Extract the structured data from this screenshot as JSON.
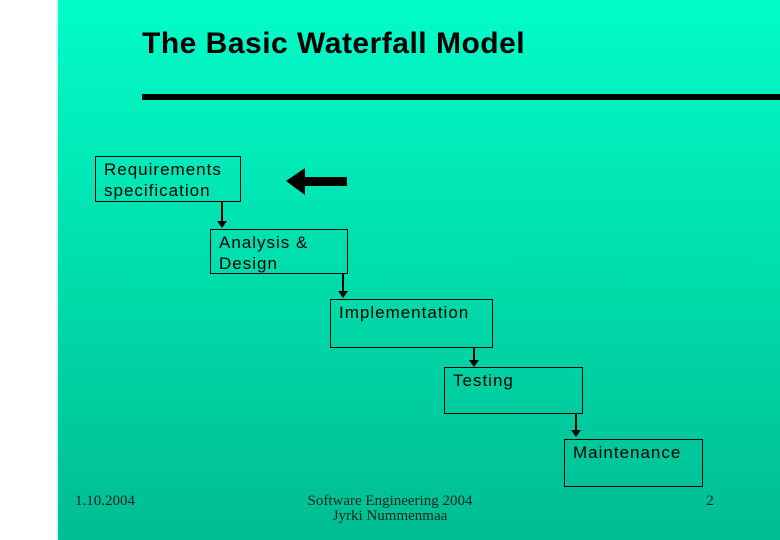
{
  "slide": {
    "title": "The Basic Waterfall Model",
    "footer": {
      "date": "1.10.2004",
      "course": "Software Engineering 2004",
      "author": "Jyrki Nummenmaa",
      "page_number": "2"
    }
  },
  "diagram": {
    "type": "waterfall-flow",
    "boxes": [
      {
        "name": "requirements-specification",
        "line1": "Requirements",
        "line2": "specification"
      },
      {
        "name": "analysis-design",
        "line1": "Analysis &",
        "line2": "Design"
      },
      {
        "name": "implementation",
        "line1": "Implementation",
        "line2": ""
      },
      {
        "name": "testing",
        "line1": "Testing",
        "line2": ""
      },
      {
        "name": "maintenance",
        "line1": "Maintenance",
        "line2": ""
      }
    ],
    "flow_order": [
      "Requirements specification",
      "Analysis & Design",
      "Implementation",
      "Testing",
      "Maintenance"
    ],
    "icons": {
      "step_connector": "down-arrow-icon",
      "back_reference": "left-arrow-icon"
    }
  },
  "colors": {
    "background_gradient_top": "#02FCC8",
    "background_gradient_bottom": "#00BD92",
    "left_margin": "#FFFFFF",
    "ink": "#000000",
    "footer_text": "#14241F"
  }
}
